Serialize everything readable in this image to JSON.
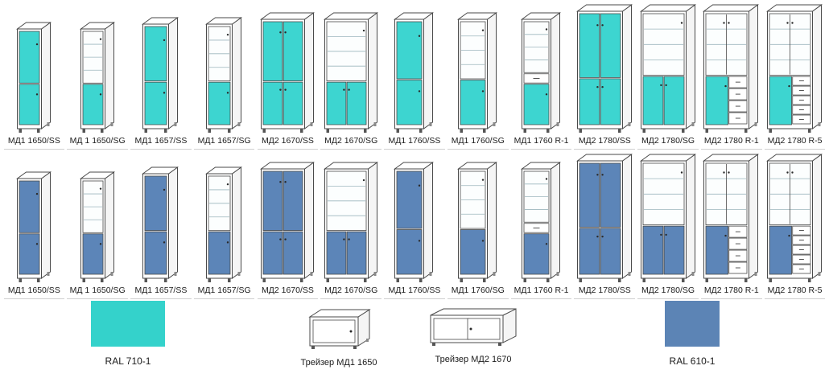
{
  "catalog": {
    "models": [
      {
        "label": "МД1 1650/SS",
        "type": "n1650ss"
      },
      {
        "label": "МД 1 1650/SG",
        "type": "n1650sg"
      },
      {
        "label": "МД1 1657/SS",
        "type": "n1657ss"
      },
      {
        "label": "МД1 1657/SG",
        "type": "n1657sg"
      },
      {
        "label": "МД2 1670/SS",
        "type": "w1670ss"
      },
      {
        "label": "МД2 1670/SG",
        "type": "w1670sg"
      },
      {
        "label": "МД1 1760/SS",
        "type": "m1760ss"
      },
      {
        "label": "МД1 1760/SG",
        "type": "m1760sg"
      },
      {
        "label": "МД1 1760 R-1",
        "type": "m1760r1"
      },
      {
        "label": "МД2 1780/SS",
        "type": "w1780ss"
      },
      {
        "label": "МД2 1780/SG",
        "type": "w1780sg"
      },
      {
        "label": "МД2 1780 R-1",
        "type": "w1780r1"
      },
      {
        "label": "МД2 1780 R-5",
        "type": "w1780r5"
      }
    ],
    "rows": [
      {
        "name": "turquoise-row",
        "color": "#3dd5d0"
      },
      {
        "name": "blue-row",
        "color": "#5c85b8"
      }
    ]
  },
  "footer": {
    "swatch_turquoise": {
      "label": "RAL 710-1",
      "color": "#34d2cb"
    },
    "trayser_md1": {
      "label": "Трейзер МД1 1650"
    },
    "trayser_md2": {
      "label": "Трейзер МД2 1670"
    },
    "swatch_blue": {
      "label": "RAL 610-1",
      "color": "#5c84b5"
    }
  }
}
